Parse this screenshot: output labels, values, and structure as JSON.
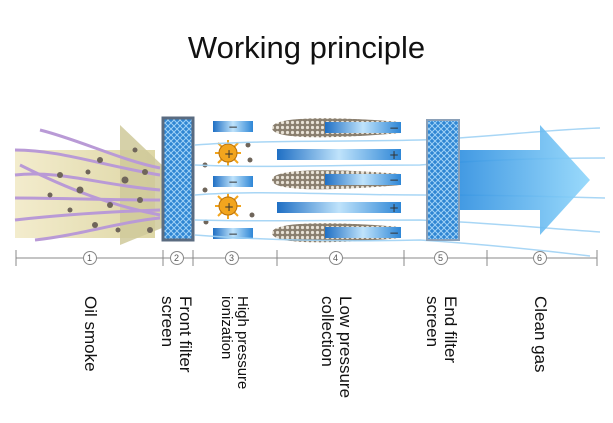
{
  "title": "Working principle",
  "stages": [
    {
      "number": "1",
      "label": "Oil smoke"
    },
    {
      "number": "2",
      "label": "Front filter\nscreen"
    },
    {
      "number": "3",
      "label": "High pressure\nionization"
    },
    {
      "number": "4",
      "label": "Low pressure\ncollection"
    },
    {
      "number": "5",
      "label": "End filter\nscreen"
    },
    {
      "number": "6",
      "label": "Clean gas"
    }
  ],
  "symbols": {
    "plus": "+",
    "minus": "−"
  },
  "colors": {
    "smoke": "#b99ad6",
    "smoke_haze": "#efe7c2",
    "filter_blue": "#2a7fd0",
    "plate_blue": "#6fb6ee",
    "clean_arrow": "#4bb0f0",
    "ion_orange": "#f2a51e"
  }
}
